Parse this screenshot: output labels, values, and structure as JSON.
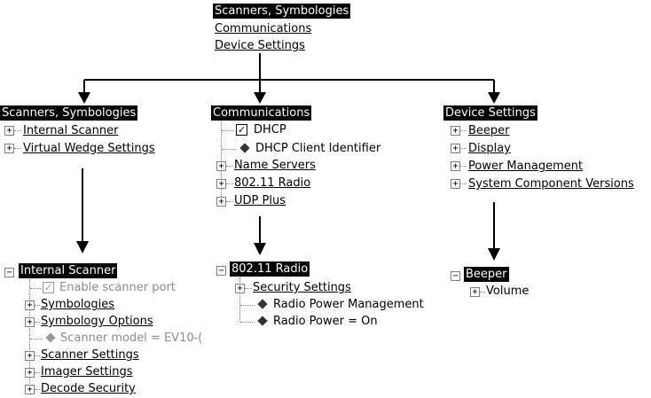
{
  "top_menu": {
    "item1": "Scanners, Symbologies",
    "item2": "Communications",
    "item3": "Device Settings"
  },
  "col1": {
    "header": "Scanners, Symbologies",
    "items": [
      "Internal Scanner",
      "Virtual Wedge Settings"
    ],
    "detail": {
      "header": "Internal Scanner",
      "enable_port": "Enable scanner port",
      "symbologies": "Symbologies",
      "symbology_options": "Symbology Options",
      "scanner_model": "Scanner model = EV10-(",
      "scanner_settings": "Scanner Settings",
      "imager_settings": "Imager Settings",
      "decode_security": "Decode Security"
    }
  },
  "col2": {
    "header": "Communications",
    "dhcp": "DHCP",
    "dhcp_client_id": "DHCP Client Identifier",
    "name_servers": "Name Servers",
    "radio": "802.11 Radio",
    "udp_plus": "UDP Plus",
    "detail": {
      "header": "802.11 Radio",
      "security_settings": "Security Settings",
      "radio_power_mgmt": "Radio Power Management",
      "radio_power": "Radio Power = On"
    }
  },
  "col3": {
    "header": "Device Settings",
    "items": [
      "Beeper",
      "Display",
      "Power Management",
      "System Component Versions"
    ],
    "detail": {
      "header": "Beeper",
      "volume": "Volume"
    }
  },
  "icons": {
    "expand": "plus-box-icon",
    "collapse": "minus-box-icon",
    "checkbox": "checkbox-icon",
    "diamond": "diamond-icon"
  }
}
